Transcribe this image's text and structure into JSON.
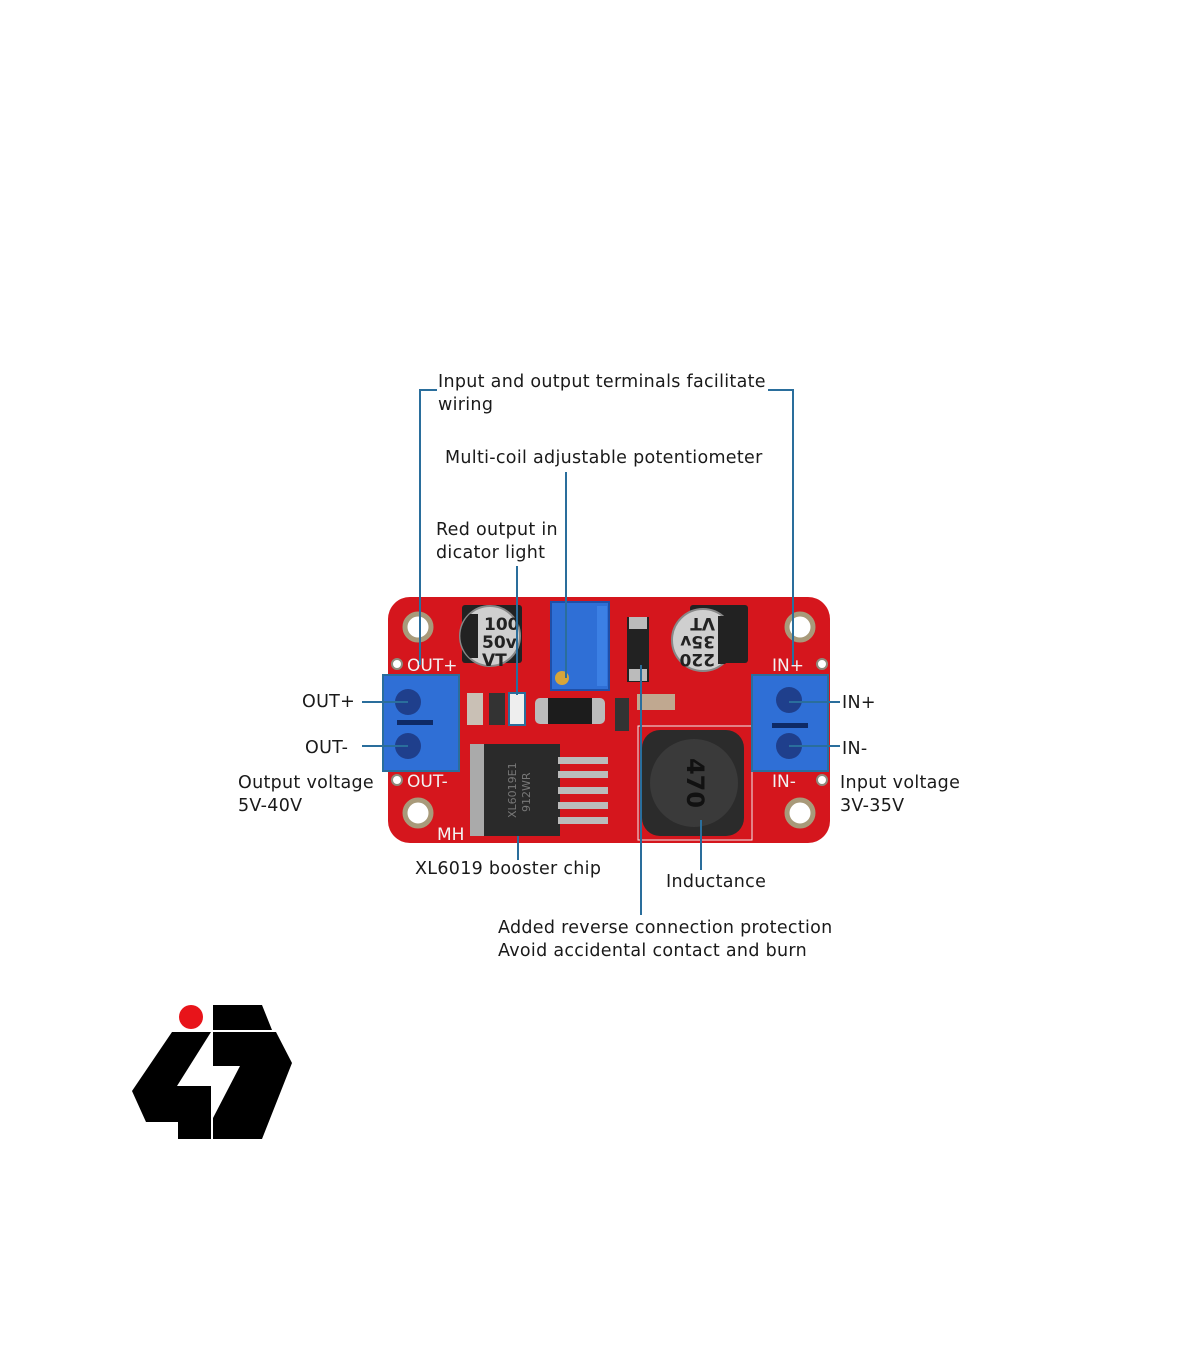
{
  "labels": {
    "terminals": [
      "Input and output terminals facilitate",
      "wiring"
    ],
    "potentiometer": "Multi-coil adjustable potentiometer",
    "red_light": [
      "Red output in",
      "dicator light"
    ],
    "out_plus": "OUT+",
    "out_minus": "OUT-",
    "output_voltage": [
      "Output voltage",
      "5V-40V"
    ],
    "in_plus": "IN+",
    "in_minus": "IN-",
    "input_voltage": [
      "Input voltage",
      "3V-35V"
    ],
    "chip": "XL6019 booster chip",
    "inductance": "Inductance",
    "protection": [
      "Added reverse connection protection",
      "Avoid accidental contact and burn"
    ]
  },
  "board": {
    "silk_out_plus": "OUT+",
    "silk_out_minus": "OUT-",
    "silk_in_plus": "IN+",
    "silk_in_minus": "IN-",
    "silk_mh": "MH",
    "cap1": [
      "100",
      "50v",
      "VT"
    ],
    "cap2": [
      "220",
      "35v",
      "VT"
    ],
    "chip_marking": [
      "XL6019E1",
      "912WR"
    ],
    "inductor_marking": "470"
  },
  "colors": {
    "pcb": "#d5161d",
    "terminal": "#2f6fd6",
    "leader": "#2a6e9c",
    "logo_dot": "#e8141a"
  }
}
